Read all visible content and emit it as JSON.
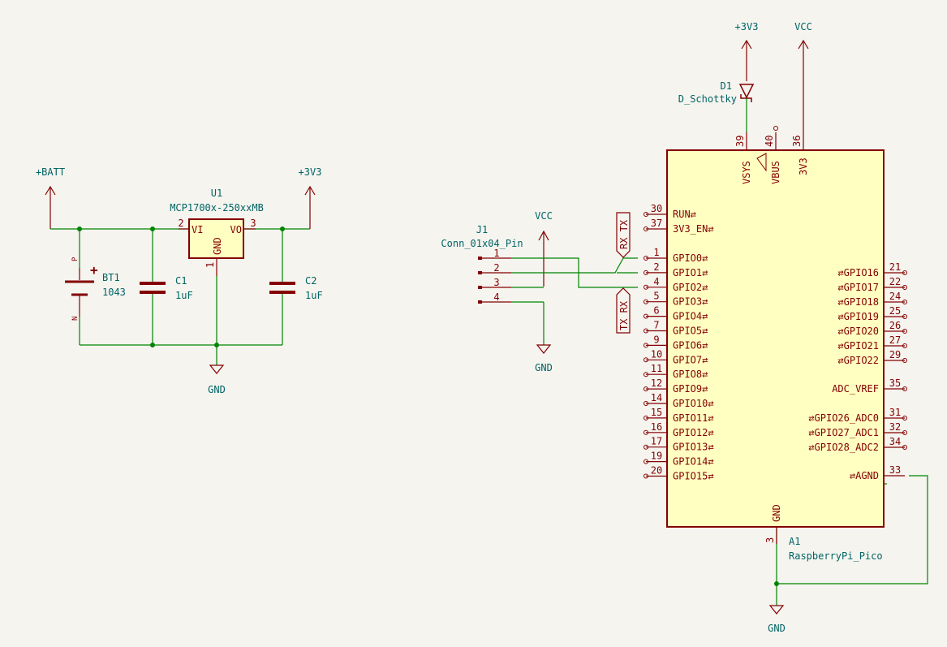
{
  "colors": {
    "background": "#f5f4ef",
    "wire": "#008400",
    "symbol": "#840000",
    "body_fill": "#ffffc2",
    "power_label": "#006464",
    "pin_text": "#840000"
  },
  "power_left": {
    "batt": "+BATT",
    "v3_3": "+3V3",
    "gnd": "GND"
  },
  "u1": {
    "ref": "U1",
    "value": "MCP1700x-250xxMB",
    "pin_vi": "VI",
    "pin_vo": "VO",
    "pin_gnd": "GND",
    "pin2": "2",
    "pin3": "3",
    "pin1": "1"
  },
  "bt1": {
    "ref": "BT1",
    "value": "1043",
    "pin_p": "P",
    "pin_n": "N",
    "plus": "+"
  },
  "c1": {
    "ref": "C1",
    "value": "1uF"
  },
  "c2": {
    "ref": "C2",
    "value": "1uF"
  },
  "j1": {
    "ref": "J1",
    "value": "Conn_01x04_Pin",
    "pins": [
      "1",
      "2",
      "3",
      "4"
    ]
  },
  "power_mid": {
    "vcc": "VCC",
    "gnd": "GND"
  },
  "labels": {
    "rx_tx": "RX_TX",
    "tx_rx": "TX_RX"
  },
  "power_right": {
    "v3_3": "+3V3",
    "vcc": "VCC",
    "gnd": "GND"
  },
  "d1": {
    "ref": "D1",
    "value": "D_Schottky"
  },
  "a1": {
    "ref": "A1",
    "value": "RaspberryPi_Pico",
    "top_pins": [
      {
        "num": "39",
        "name": "VSYS"
      },
      {
        "num": "40",
        "name": "VBUS"
      },
      {
        "num": "36",
        "name": "3V3"
      }
    ],
    "left_pins": [
      {
        "num": "30",
        "name": "RUN"
      },
      {
        "num": "37",
        "name": "3V3_EN"
      },
      {
        "num": "1",
        "name": "GPIO0"
      },
      {
        "num": "2",
        "name": "GPIO1"
      },
      {
        "num": "4",
        "name": "GPIO2"
      },
      {
        "num": "5",
        "name": "GPIO3"
      },
      {
        "num": "6",
        "name": "GPIO4"
      },
      {
        "num": "7",
        "name": "GPIO5"
      },
      {
        "num": "9",
        "name": "GPIO6"
      },
      {
        "num": "10",
        "name": "GPIO7"
      },
      {
        "num": "11",
        "name": "GPIO8"
      },
      {
        "num": "12",
        "name": "GPIO9"
      },
      {
        "num": "14",
        "name": "GPIO10"
      },
      {
        "num": "15",
        "name": "GPIO11"
      },
      {
        "num": "16",
        "name": "GPIO12"
      },
      {
        "num": "17",
        "name": "GPIO13"
      },
      {
        "num": "19",
        "name": "GPIO14"
      },
      {
        "num": "20",
        "name": "GPIO15"
      }
    ],
    "right_pins": [
      {
        "num": "21",
        "name": "GPIO16"
      },
      {
        "num": "22",
        "name": "GPIO17"
      },
      {
        "num": "24",
        "name": "GPIO18"
      },
      {
        "num": "25",
        "name": "GPIO19"
      },
      {
        "num": "26",
        "name": "GPIO20"
      },
      {
        "num": "27",
        "name": "GPIO21"
      },
      {
        "num": "29",
        "name": "GPIO22"
      },
      {
        "num": "35",
        "name": "ADC_VREF"
      },
      {
        "num": "31",
        "name": "GPIO26_ADC0"
      },
      {
        "num": "32",
        "name": "GPIO27_ADC1"
      },
      {
        "num": "34",
        "name": "GPIO28_ADC2"
      },
      {
        "num": "33",
        "name": "AGND"
      }
    ],
    "bottom_pin": {
      "num": "3",
      "name": "GND"
    }
  }
}
